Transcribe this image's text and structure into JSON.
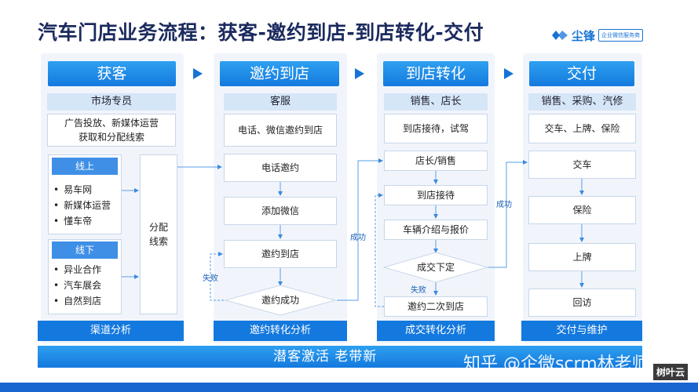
{
  "title": "汽车门店业务流程：获客-邀约到店-到店转化-交付",
  "logo": {
    "name": "尘锋",
    "badge": "企业微信服务商",
    "icon": "cf-logo-icon",
    "color": "#1673d6"
  },
  "colors": {
    "stage": "#1479de",
    "accent": "#3f8fe6",
    "panel": "#f1f5fb",
    "subhead": "#d5e6f7"
  },
  "stages": [
    "获客",
    "邀约到店",
    "到店转化",
    "交付"
  ],
  "col1": {
    "role": "市场专员",
    "desc_line1": "广告投放、新媒体运营",
    "desc_line2": "获取和分配线索",
    "online": {
      "tag": "线上",
      "items": [
        "易车网",
        "新媒体运营",
        "懂车帝"
      ]
    },
    "offline": {
      "tag": "线下",
      "items": [
        "异业合作",
        "汽车展会",
        "自然到店"
      ]
    },
    "assign_line1": "分配",
    "assign_line2": "线索",
    "bottom": "渠道分析"
  },
  "col2": {
    "role": "客服",
    "desc": "电话、微信邀约到店",
    "steps": [
      "电话邀约",
      "添加微信",
      "邀约到店"
    ],
    "decision": "邀约成功",
    "fail": "失败",
    "bottom": "邀约转化分析"
  },
  "success_label_1": "成功",
  "col3": {
    "role": "销售、店长",
    "desc": "到店接待，试驾",
    "steps": [
      "店长/销售",
      "到店接待",
      "车辆介绍与报价"
    ],
    "decision": "成交下定",
    "fail": "失败",
    "revisit": "邀约二次到店",
    "bottom": "成交转化分析"
  },
  "success_label_2": "成功",
  "col4": {
    "role": "销售、采购、汽修",
    "desc": "交车、上牌、保险",
    "steps": [
      "交车",
      "保险",
      "上牌",
      "回访"
    ],
    "bottom": "交付与维护"
  },
  "wide_bar": "潜客激活  老带新",
  "watermark": {
    "text": "知乎 @企微scrm林老师",
    "corner": "树叶云"
  }
}
